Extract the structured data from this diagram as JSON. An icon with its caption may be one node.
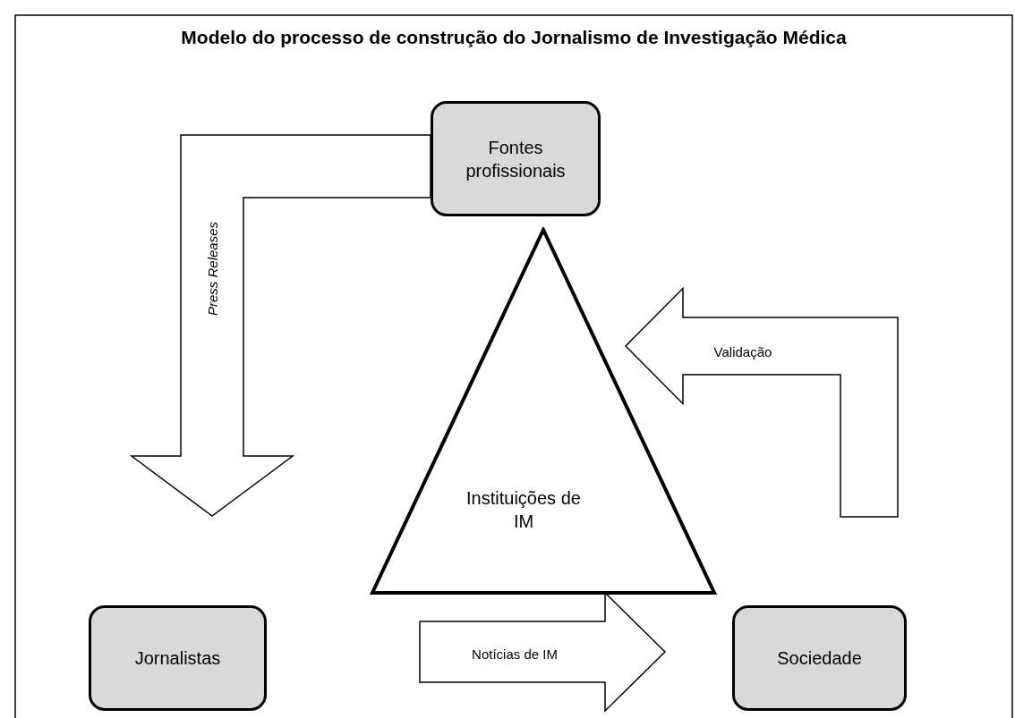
{
  "diagram": {
    "title": "Modelo do processo de construção do Jornalismo de Investigação Médica",
    "nodes": [
      {
        "text": [
          "Fontes profissionais"
        ]
      },
      {
        "text": [
          "Instituições de IM"
        ]
      },
      {
        "text": [
          "Jornalistas"
        ]
      },
      {
        "text": [
          "Sociedade"
        ]
      }
    ],
    "edges": [
      {
        "from": 0,
        "to": 2,
        "arrow": "to",
        "label": "Press Releases"
      },
      {
        "from": 3,
        "to": 0,
        "arrow": "to",
        "label": "Validação"
      },
      {
        "from": 2,
        "to": 3,
        "arrow": "to",
        "label": "Notícias de IM"
      }
    ]
  }
}
